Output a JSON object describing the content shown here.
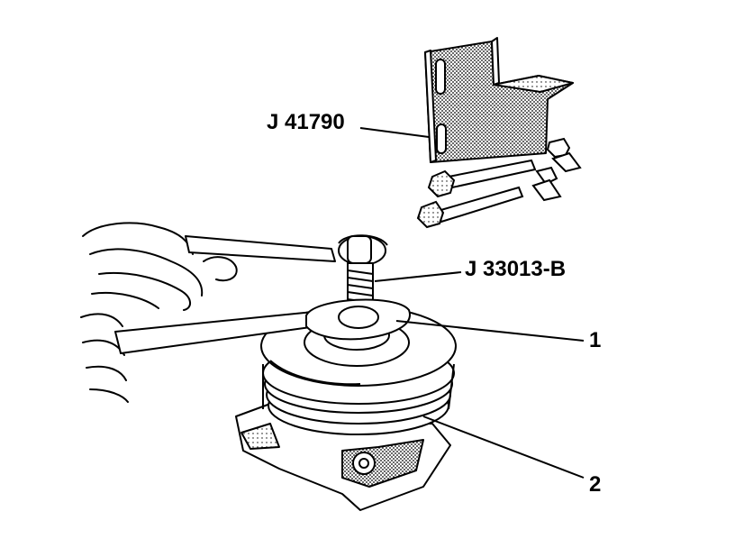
{
  "callouts": {
    "tool_bracket": "J 41790",
    "tool_puller": "J 33013-B",
    "item_1": "1",
    "item_2": "2"
  },
  "colors": {
    "ink": "#000000",
    "paper": "#ffffff",
    "stipple": "#888888"
  }
}
